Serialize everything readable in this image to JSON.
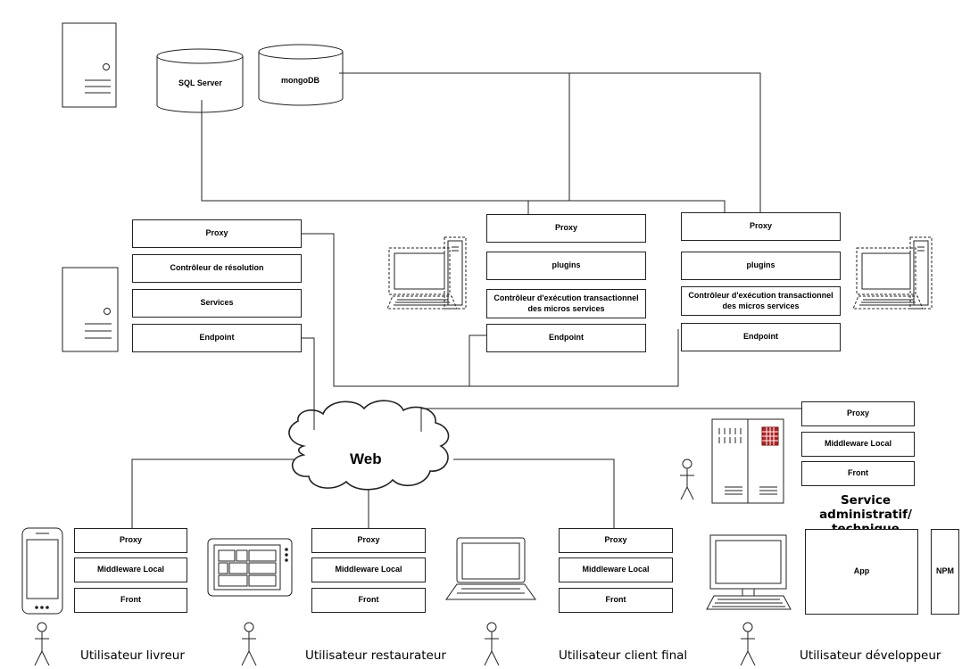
{
  "databases": {
    "sql": "SQL Server",
    "mongo": "mongoDB"
  },
  "server_stack": {
    "proxy": "Proxy",
    "resolver": "Contrôleur de résolution",
    "services": "Services",
    "endpoint": "Endpoint"
  },
  "micro_a": {
    "proxy": "Proxy",
    "plugins": "plugins",
    "controller": "Contrôleur d'exécution transactionnel des micros services",
    "endpoint": "Endpoint"
  },
  "micro_b": {
    "proxy": "Proxy",
    "plugins": "plugins",
    "controller": "Contrôleur d'exécution transactionnel des micros services",
    "endpoint": "Endpoint"
  },
  "web": {
    "label": "Web"
  },
  "admin": {
    "proxy": "Proxy",
    "middleware": "Middleware Local",
    "front": "Front",
    "caption": "Service administratif/ technique"
  },
  "clients": [
    {
      "proxy": "Proxy",
      "middleware": "Middleware Local",
      "front": "Front",
      "caption": "Utilisateur livreur"
    },
    {
      "proxy": "Proxy",
      "middleware": "Middleware Local",
      "front": "Front",
      "caption": "Utilisateur restaurateur"
    },
    {
      "proxy": "Proxy",
      "middleware": "Middleware Local",
      "front": "Front",
      "caption": "Utilisateur client final"
    }
  ],
  "developer": {
    "app": "App",
    "npm": "NPM",
    "caption": "Utilisateur développeur"
  }
}
